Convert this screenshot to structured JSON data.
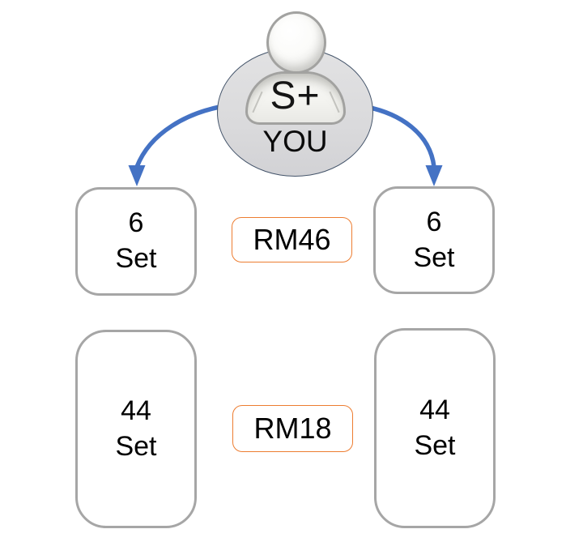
{
  "diagram": {
    "root": {
      "badge": "S+",
      "label": "YOU"
    },
    "nodes": {
      "left_top": {
        "qty": "6",
        "unit": "Set"
      },
      "right_top": {
        "qty": "6",
        "unit": "Set"
      },
      "left_bottom": {
        "qty": "44",
        "unit": "Set"
      },
      "right_bottom": {
        "qty": "44",
        "unit": "Set"
      }
    },
    "prices": {
      "top": "RM46",
      "bottom": "RM18"
    },
    "icons": {
      "person": "person-icon",
      "arrow_left": "curved-arrow-down-left",
      "arrow_right": "curved-arrow-down-right"
    }
  },
  "colors": {
    "arrow_blue": "#4472C4",
    "box_border_gray": "#A6A6A6",
    "price_border_orange": "#ED7D31",
    "ellipse_fill": "#DCDCDC",
    "ellipse_border": "#44546A",
    "text_black": "#000000",
    "background": "#FFFFFF"
  }
}
